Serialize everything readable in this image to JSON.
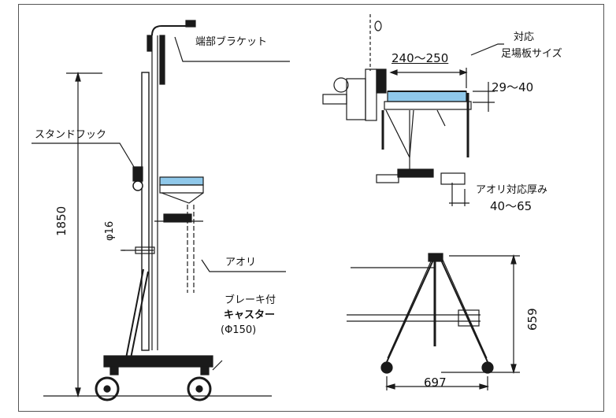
{
  "labels": {
    "end_bracket": "端部ブラケット",
    "stand_hook": "スタンドフック",
    "height": "1850",
    "pipe_dia": "φ16",
    "aori": "アオリ",
    "brake": "ブレーキ付",
    "caster": "キャスター",
    "caster_size": "(Φ150)",
    "board_width": "240～250",
    "supported": "対応",
    "board_size": "足場板サイズ",
    "board_thickness": "29～40",
    "aori_thickness": "アオリ対応厚み",
    "aori_range": "40～65",
    "base_height": "659",
    "base_width": "697"
  },
  "colors": {
    "line": "#1a1a1a",
    "board": "#8fc8ea",
    "frame": "#555555"
  }
}
